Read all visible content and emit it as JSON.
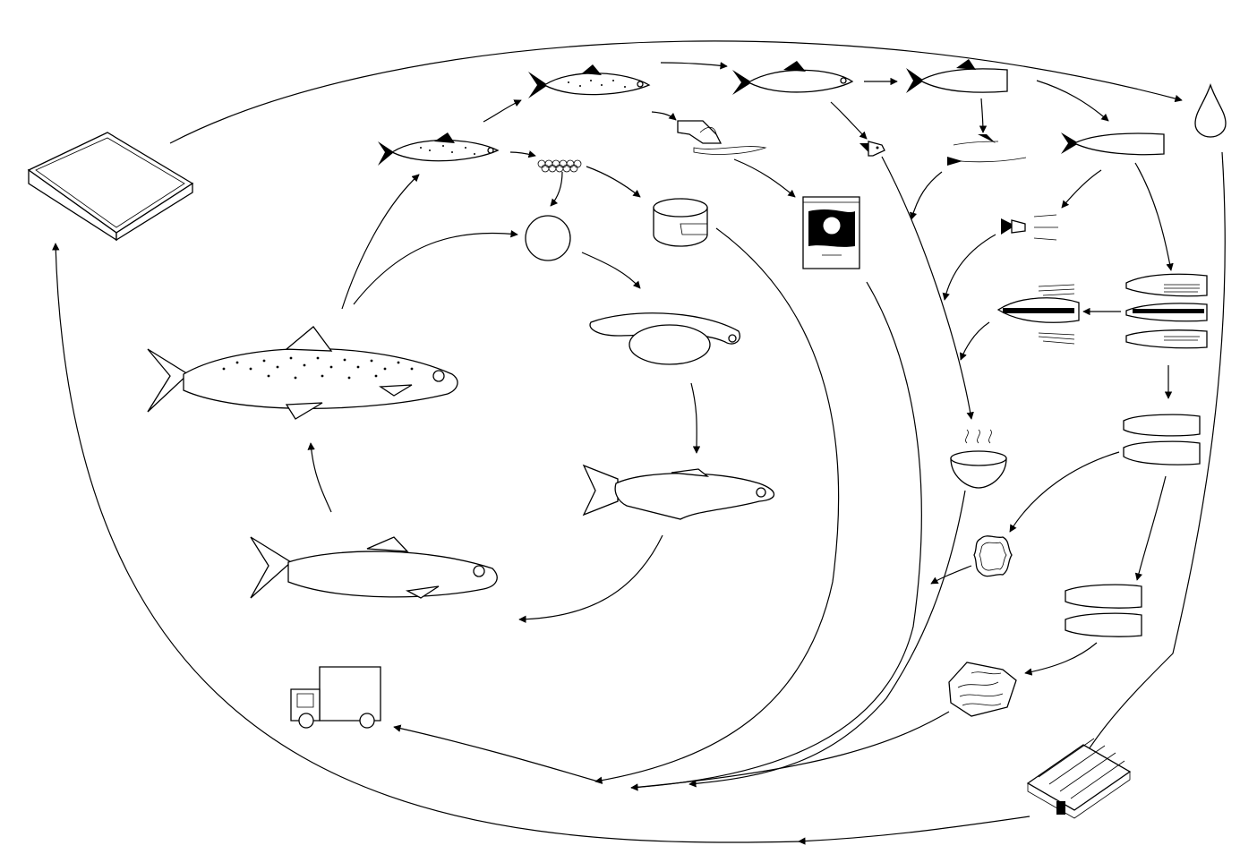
{
  "diagram": {
    "nodes": [
      {
        "id": "adult-salmon",
        "icon": "adult-salmon-icon"
      },
      {
        "id": "egg",
        "icon": "egg-icon"
      },
      {
        "id": "alevin",
        "icon": "alevin-larva-icon"
      },
      {
        "id": "fry",
        "icon": "fry-icon"
      },
      {
        "id": "smolt",
        "icon": "smolt-icon"
      },
      {
        "id": "feed-pellet",
        "icon": "feed-pellet-icon"
      },
      {
        "id": "harvested-salmon",
        "icon": "small-salmon-icon"
      },
      {
        "id": "roe",
        "icon": "roe-icon"
      },
      {
        "id": "can",
        "icon": "can-icon"
      },
      {
        "id": "spotted-salmon",
        "icon": "spotted-salmon-icon"
      },
      {
        "id": "viscera",
        "icon": "viscera-icon"
      },
      {
        "id": "pet-food",
        "icon": "pet-food-bag-icon"
      },
      {
        "id": "bled-salmon",
        "icon": "bled-salmon-icon"
      },
      {
        "id": "headless-salmon",
        "icon": "headless-salmon-icon"
      },
      {
        "id": "fish-head",
        "icon": "fish-head-icon"
      },
      {
        "id": "skeleton",
        "icon": "skeleton-icon"
      },
      {
        "id": "tail-body",
        "icon": "tail-body-icon"
      },
      {
        "id": "tail-piece",
        "icon": "tail-piece-icon"
      },
      {
        "id": "split-carcass",
        "icon": "split-carcass-icon"
      },
      {
        "id": "bone-frame",
        "icon": "bone-frame-icon"
      },
      {
        "id": "fillets",
        "icon": "fillets-icon"
      },
      {
        "id": "trimmed-fillets",
        "icon": "trimmed-fillets-icon"
      },
      {
        "id": "soup",
        "icon": "soup-bowl-icon"
      },
      {
        "id": "leather",
        "icon": "leather-hide-icon"
      },
      {
        "id": "portions",
        "icon": "portions-icon"
      },
      {
        "id": "minced",
        "icon": "minced-meat-icon"
      },
      {
        "id": "blood",
        "icon": "blood-drop-icon"
      },
      {
        "id": "solar-panel",
        "icon": "solar-panel-icon"
      },
      {
        "id": "truck",
        "icon": "truck-icon"
      }
    ]
  }
}
